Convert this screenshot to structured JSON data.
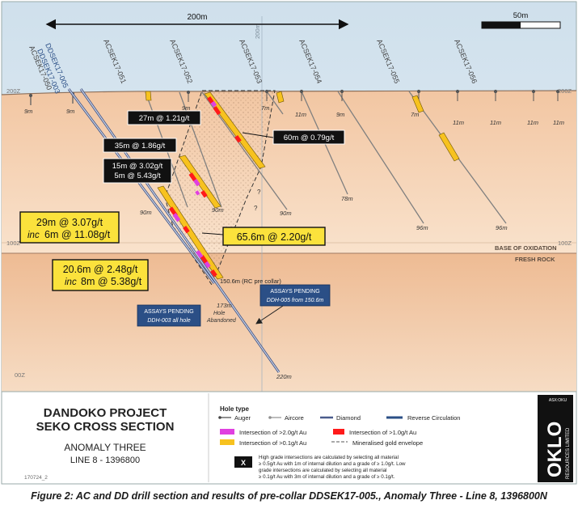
{
  "top_scale": {
    "label": "200m"
  },
  "scale_bar": {
    "label": "50m"
  },
  "center_grid_label": "200m",
  "rl_labels": {
    "left_200": "200Z",
    "right_200": "200Z",
    "left_100": "100Z",
    "right_100": "100Z",
    "left_0": "00Z"
  },
  "holes": [
    {
      "name": "DDSEK17-005",
      "type": "diamond"
    },
    {
      "name": "DDSEK17-003",
      "type": "diamond"
    },
    {
      "name": "ACSEK17-050",
      "type": "aircore"
    },
    {
      "name": "ACSEK17-051",
      "type": "aircore"
    },
    {
      "name": "ACSEK17-052",
      "type": "aircore"
    },
    {
      "name": "ACSEK17-053",
      "type": "aircore"
    },
    {
      "name": "ACSEK17-054",
      "type": "aircore"
    },
    {
      "name": "ACSEK17-055",
      "type": "aircore"
    },
    {
      "name": "ACSEK17-056",
      "type": "aircore"
    }
  ],
  "collar_depth_labels": [
    "9m",
    "9m",
    "9m",
    "7m",
    "11m",
    "9m",
    "7m",
    "11m",
    "11m",
    "11m",
    "11m"
  ],
  "hole_depth_labels": [
    "90m",
    "90m",
    "90m",
    "78m",
    "96m",
    "96m",
    "173m",
    "220m"
  ],
  "collar_note": "150.6m (RC pre collar)",
  "abandoned_note": "173m Hole Abandoned",
  "intercepts": {
    "i1": "27m @ 1.21g/t",
    "i2": "60m @ 0.79g/t",
    "i3": "35m @ 1.86g/t",
    "i4a": "15m @ 3.02g/t",
    "i4b": "5m @ 5.43g/t",
    "i5a": "29m @ 3.07g/t",
    "i5b_prefix": "inc",
    "i5b": "6m @ 11.08g/t",
    "i6": "65.6m @ 2.20g/t",
    "i7a": "20.6m @ 2.48g/t",
    "i7b_prefix": "inc",
    "i7b": "8m @ 5.38g/t"
  },
  "pending": {
    "p1_title": "ASSAYS PENDING",
    "p1_sub": "DDH-003 all hole",
    "p2_title": "ASSAYS PENDING",
    "p2_sub": "DDH-005 from 150.6m"
  },
  "zones": {
    "oxidation": "BASE OF OXIDATION",
    "fresh": "FRESH ROCK"
  },
  "legend": {
    "hole_type_title": "Hole type",
    "auger": "Auger",
    "aircore": "Aircore",
    "diamond": "Diamond",
    "rc": "Reverse Circulation",
    "int_gt2": "Intersection of >2.0g/t Au",
    "int_gt1": "Intersection of >1.0g/t Au",
    "int_gt01": "Intersection of >0.1g/t Au",
    "envelope": "Mineralised gold envelope",
    "x_symbol": "X",
    "note_1": "High grade intersections are calculated by selecting all material",
    "note_2": "≥ 0.5g/t Au with 1m of internal dilution and a grade of ≥ 1.0g/t. Low",
    "note_3": "grade intersections are calculated by selecting all material",
    "note_4": "≥ 0.1g/t Au with 3m of internal dilution and a grade of ≥ 0.1g/t."
  },
  "title_block": {
    "project": "DANDOKO PROJECT",
    "section": "SEKO CROSS SECTION",
    "anomaly": "ANOMALY THREE",
    "line": "LINE 8 - 1396800",
    "ref": "170724_2"
  },
  "logo": {
    "listing": "ASX:OKU",
    "name": "OKLO",
    "sub": "RESOURCES LIMITED"
  },
  "caption": "Figure 2: AC and DD drill section and results of pre-collar DDSEK17-005., Anomaly Three - Line 8, 1396800N",
  "colors": {
    "sky": "#d4e3ee",
    "ground": "#f5d1b0",
    "fresh": "#eebe98",
    "gt2": "#e040e0",
    "gt1": "#ff1a1a",
    "gt01": "#f7c21f",
    "pending_box": "#2b4f86",
    "logo_bg": "#111111"
  }
}
